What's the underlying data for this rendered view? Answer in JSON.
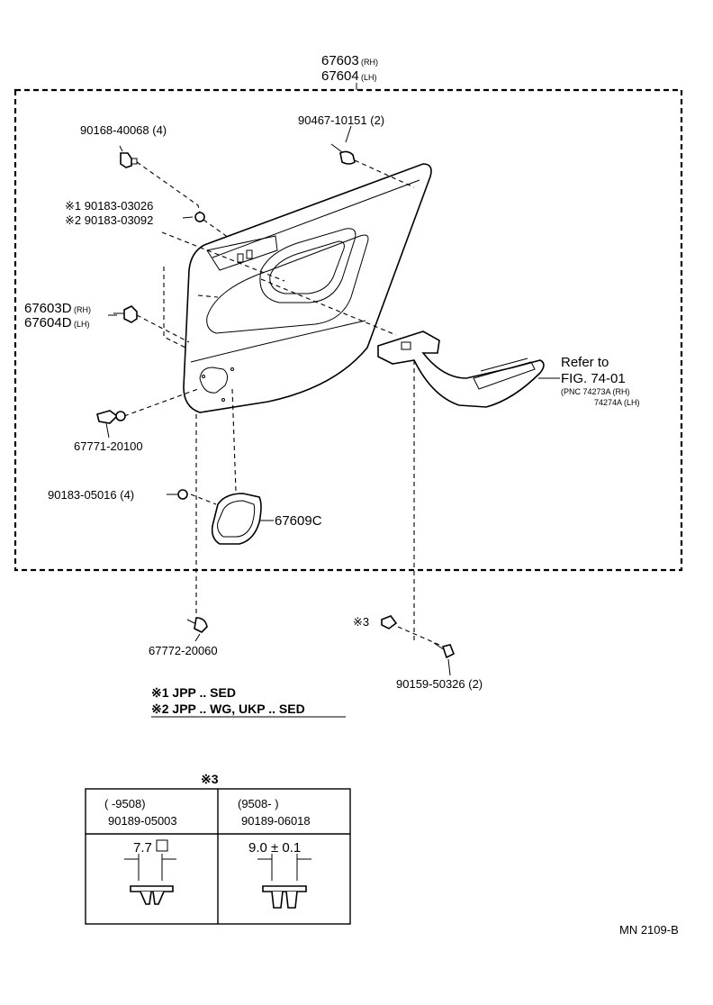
{
  "assembly": {
    "part_rh": "67603",
    "part_lh": "67604",
    "tag_rh": "(RH)",
    "tag_lh": "(LH)"
  },
  "callouts": {
    "clip_top": "90168-40068 (4)",
    "clip_top_right": "90467-10151 (2)",
    "washer_1": "※1 90183-03026",
    "washer_2": "※2 90183-03092",
    "board_rh": "67603D",
    "board_lh": "67604D",
    "board_tag_rh": "(RH)",
    "board_tag_lh": "(LH)",
    "wing_screw": "67771-20100",
    "washer_lower": "90183-05016 (4)",
    "cover": "67609C",
    "fastener_bottom": "67772-20060",
    "note3_mark": "※3",
    "screw_bottom": "90159-50326 (2)"
  },
  "reference": {
    "line1": "Refer to",
    "line2": "FIG. 74-01",
    "line3": "(PNC 74273A (RH)",
    "line4": "74274A (LH)"
  },
  "footnotes": {
    "note1": "※1 JPP .. SED",
    "note2": "※2 JPP .. WG, UKP .. SED"
  },
  "table": {
    "title": "※3",
    "col1_range": "(       -9508)",
    "col1_part": "90189-05003",
    "col1_dim": "7.7",
    "col2_range": "(9508-        )",
    "col2_part": "90189-06018",
    "col2_dim": "9.0 ± 0.1"
  },
  "figure_code": "MN 2109-B"
}
